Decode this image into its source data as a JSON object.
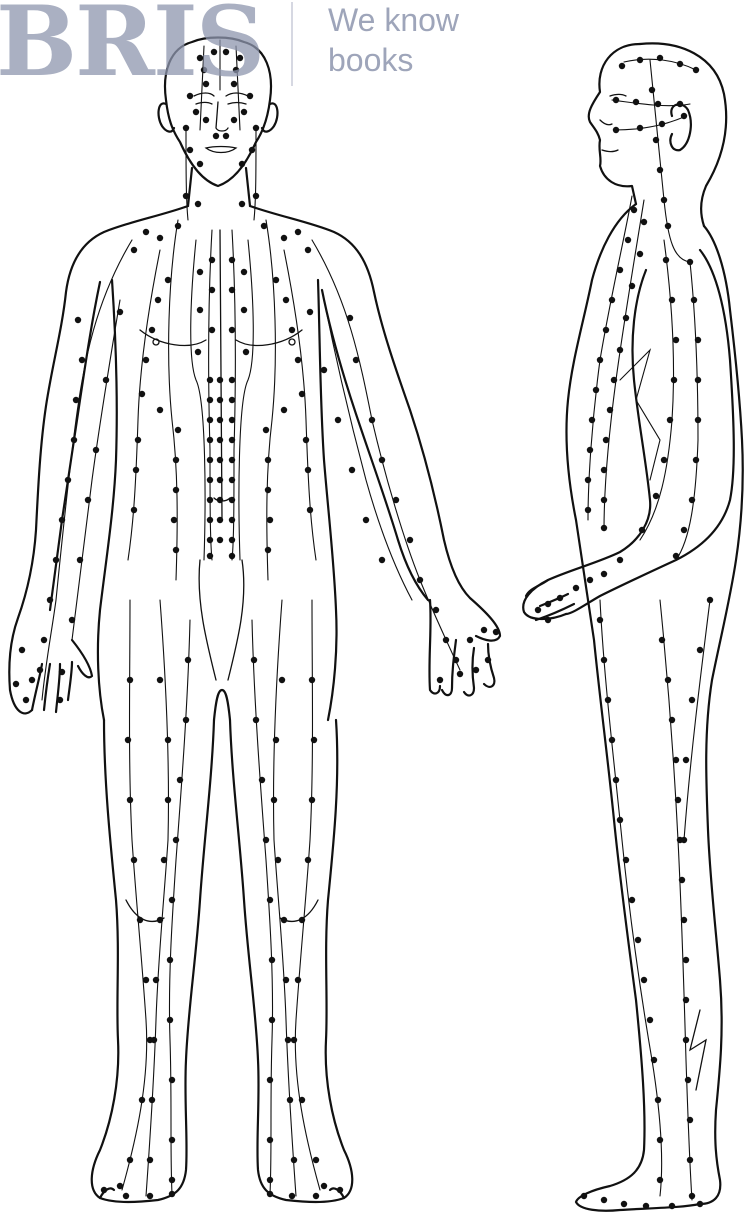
{
  "watermark": {
    "mark": "BRIS",
    "tagline_line1": "We know",
    "tagline_line2": "books",
    "color": "#8e96ae",
    "divider_color": "#c4c8d6"
  },
  "diagram": {
    "point_color": "#111111",
    "line_color": "#111111"
  }
}
